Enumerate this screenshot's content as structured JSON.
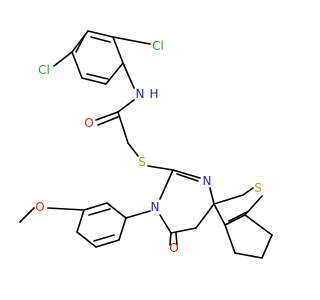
{
  "colors": {
    "carbon_bond": "#000000",
    "chlorine": "#22aa22",
    "oxygen": "#ee2200",
    "nitrogen": "#2222ee",
    "sulfur": "#c8a000",
    "background": "#ffffff"
  },
  "atoms": {
    "cl_top": "Cl",
    "cl_left": "Cl",
    "amide_n": "N",
    "amide_h": "H",
    "amide_o": "O",
    "thioether_s": "S",
    "pyrimidine_n1": "N",
    "ring_n3": "N",
    "thiophene_s": "S",
    "carbonyl_o": "O",
    "methoxy_o": "O"
  }
}
